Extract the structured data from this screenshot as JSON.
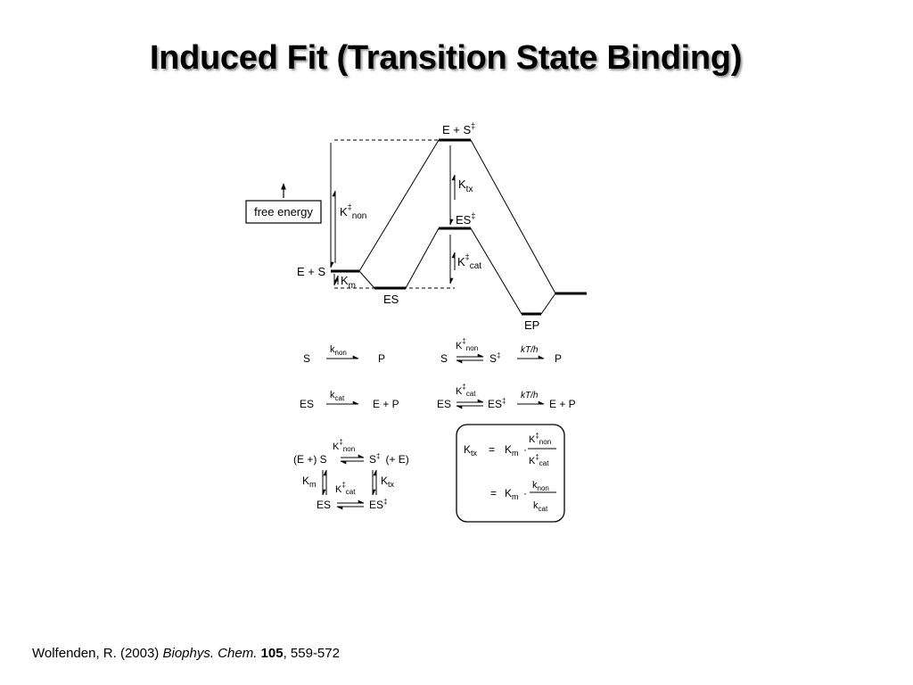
{
  "slide": {
    "title": "Induced Fit (Transition State Binding)"
  },
  "diagram": {
    "free_energy_label": "free energy",
    "states": {
      "e_plus_s": "E + S",
      "es": "ES",
      "ep": "EP",
      "e_plus_s_ts_base": "E + S",
      "es_ts_base": "ES"
    },
    "constants": {
      "K_non": "K",
      "K_non_sub": "non",
      "K_tx": "K",
      "K_tx_sub": "tx",
      "K_cat": "K",
      "K_cat_sub": "cat",
      "K_m": "K",
      "K_m_sub": "m"
    },
    "dagger": "‡",
    "reactions": {
      "r1_left": "S",
      "r1_rate": "k",
      "r1_rate_sub": "non",
      "r1_right": "P",
      "r2_left": "S",
      "r2_const": "K",
      "r2_const_sub": "non",
      "r2_mid": "S",
      "r2_rate": "kT/h",
      "r2_right": "P",
      "r3_left": "ES",
      "r3_rate": "k",
      "r3_rate_sub": "cat",
      "r3_right": "E + P",
      "r4_left": "ES",
      "r4_const": "K",
      "r4_const_sub": "cat",
      "r4_mid": "ES",
      "r4_rate": "kT/h",
      "r4_right": "E + P"
    },
    "cycle": {
      "top_left": "(E +) S",
      "top_const": "K",
      "top_const_sub": "non",
      "top_right": "S",
      "top_right_suffix": "(+ E)",
      "left_const": "K",
      "left_const_sub": "m",
      "mid_const": "K",
      "mid_const_sub": "cat",
      "right_const": "K",
      "right_const_sub": "tx",
      "bottom_left": "ES",
      "bottom_right": "ES"
    },
    "equation": {
      "lhs": "K",
      "lhs_sub": "tx",
      "equals": "=",
      "km": "K",
      "km_sub": "m",
      "dot": "·",
      "num1": "K",
      "num1_sub": "non",
      "den1": "K",
      "den1_sub": "cat",
      "num2": "k",
      "num2_sub": "non",
      "den2": "k",
      "den2_sub": "cat"
    }
  },
  "citation": {
    "authors": "Wolfenden, R. (2003) ",
    "journal": "Biophys. Chem.",
    "sep": " ",
    "volume": "105",
    "pages": ", 559-572"
  }
}
